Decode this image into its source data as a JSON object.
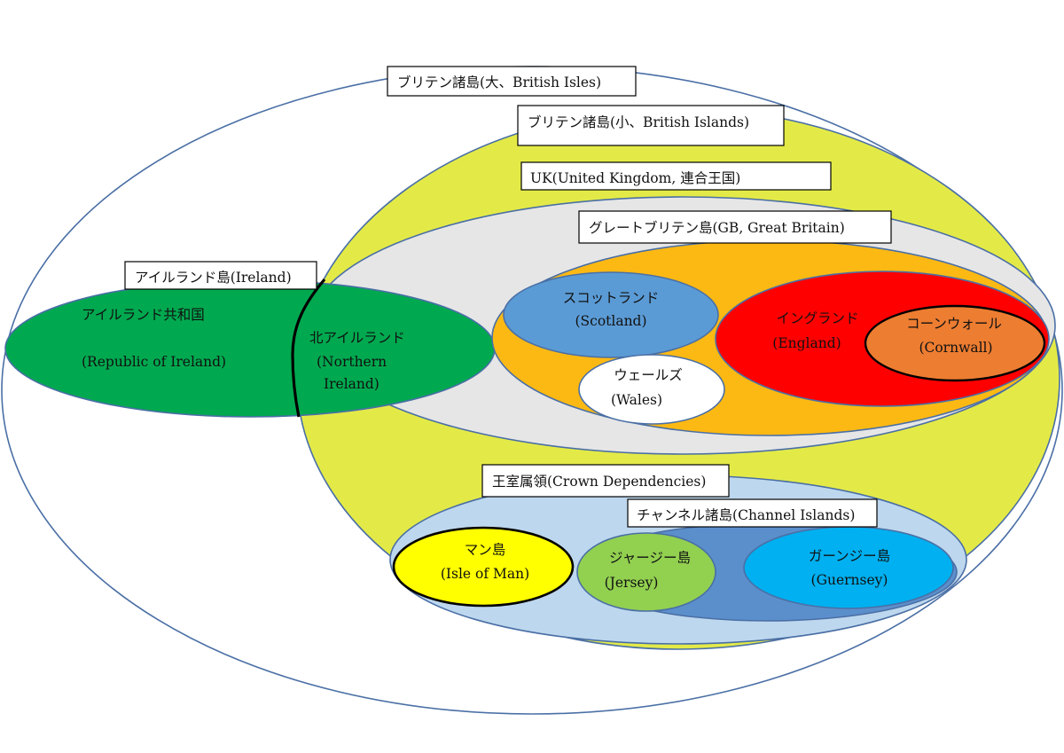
{
  "labels": {
    "british_isles_large": "ブリテン諸島(大、British Isles)",
    "british_islands_small": "ブリテン諸島(小、British Islands)",
    "uk": "UK(United Kingdom, 連合王国)",
    "great_britain": "グレートブリテン島(GB, Great Britain)",
    "ireland_island": "アイルランド島(Ireland)",
    "crown_dependencies": "王室属領(Crown Dependencies)",
    "channel_islands": "チャンネル諸島(Channel Islands)"
  },
  "regions": {
    "republic_of_ireland": {
      "jp": "アイルランド共和国",
      "en": "(Republic of Ireland)"
    },
    "northern_ireland": {
      "jp": "北アイルランド",
      "en1": "(Northern",
      "en2": "Ireland)"
    },
    "scotland": {
      "jp": "スコットランド",
      "en": "(Scotland)"
    },
    "wales": {
      "jp": "ウェールズ",
      "en": "(Wales)"
    },
    "england": {
      "jp": "イングランド",
      "en": "(England)"
    },
    "cornwall": {
      "jp": "コーンウォール",
      "en": "(Cornwall)"
    },
    "isle_of_man": {
      "jp": "マン島",
      "en": "(Isle of Man)"
    },
    "jersey": {
      "jp": "ジャージー島",
      "en": "(Jersey)"
    },
    "guernsey": {
      "jp": "ガーンジー島",
      "en": "(Guernsey)"
    }
  },
  "colors": {
    "outline": "#4a6fa5",
    "british_islands": "#e3ea48",
    "uk": "#e6e6e6",
    "great_britain": "#fdb913",
    "ireland": "#00a94f",
    "scotland": "#5b9bd5",
    "wales": "#ffffff",
    "england": "#ff0000",
    "cornwall": "#ed7d31",
    "crown_dependencies": "#bdd7ee",
    "channel_islands": "#5b8fcc",
    "isle_of_man": "#ffff00",
    "jersey": "#92d050",
    "guernsey": "#00b0f0"
  }
}
